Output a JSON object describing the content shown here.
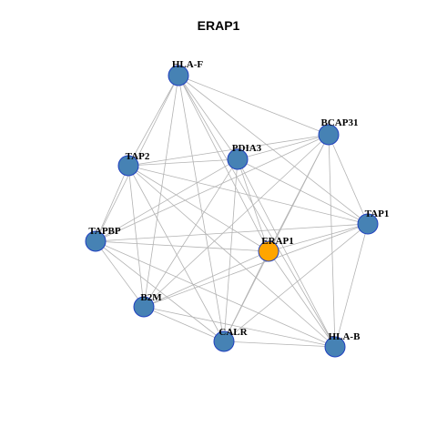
{
  "title": "ERAP1",
  "colors": {
    "node_default": "#4682b4",
    "node_focus": "#ffa500",
    "node_border": "#1f3fbf",
    "edge": "#b3b3b3"
  },
  "nodes": [
    {
      "id": "HLA-F",
      "label": "HLA-F",
      "focus": false
    },
    {
      "id": "BCAP31",
      "label": "BCAP31",
      "focus": false
    },
    {
      "id": "PDIA3",
      "label": "PDIA3",
      "focus": false
    },
    {
      "id": "TAP2",
      "label": "TAP2",
      "focus": false
    },
    {
      "id": "TAP1",
      "label": "TAP1",
      "focus": false
    },
    {
      "id": "TAPBP",
      "label": "TAPBP",
      "focus": false
    },
    {
      "id": "ERAP1",
      "label": "ERAP1",
      "focus": true
    },
    {
      "id": "B2M",
      "label": "B2M",
      "focus": false
    },
    {
      "id": "CALR",
      "label": "CALR",
      "focus": false
    },
    {
      "id": "HLA-B",
      "label": "HLA-B",
      "focus": false
    }
  ],
  "edges": [
    [
      "HLA-F",
      "BCAP31"
    ],
    [
      "HLA-F",
      "TAP1"
    ],
    [
      "HLA-F",
      "TAP2"
    ],
    [
      "HLA-F",
      "TAPBP"
    ],
    [
      "HLA-F",
      "B2M"
    ],
    [
      "HLA-F",
      "CALR"
    ],
    [
      "HLA-F",
      "HLA-B"
    ],
    [
      "HLA-F",
      "ERAP1"
    ],
    [
      "HLA-F",
      "PDIA3"
    ],
    [
      "BCAP31",
      "TAP2"
    ],
    [
      "BCAP31",
      "PDIA3"
    ],
    [
      "BCAP31",
      "TAP1"
    ],
    [
      "BCAP31",
      "TAPBP"
    ],
    [
      "BCAP31",
      "ERAP1"
    ],
    [
      "BCAP31",
      "B2M"
    ],
    [
      "BCAP31",
      "CALR"
    ],
    [
      "BCAP31",
      "HLA-B"
    ],
    [
      "PDIA3",
      "TAP2"
    ],
    [
      "PDIA3",
      "TAP1"
    ],
    [
      "PDIA3",
      "ERAP1"
    ],
    [
      "PDIA3",
      "CALR"
    ],
    [
      "PDIA3",
      "HLA-B"
    ],
    [
      "PDIA3",
      "TAPBP"
    ],
    [
      "PDIA3",
      "B2M"
    ],
    [
      "TAP2",
      "TAP1"
    ],
    [
      "TAP2",
      "ERAP1"
    ],
    [
      "TAP2",
      "TAPBP"
    ],
    [
      "TAP2",
      "B2M"
    ],
    [
      "TAP2",
      "CALR"
    ],
    [
      "TAP2",
      "HLA-B"
    ],
    [
      "TAP1",
      "TAPBP"
    ],
    [
      "TAP1",
      "ERAP1"
    ],
    [
      "TAP1",
      "B2M"
    ],
    [
      "TAP1",
      "CALR"
    ],
    [
      "TAP1",
      "HLA-B"
    ],
    [
      "TAPBP",
      "B2M"
    ],
    [
      "TAPBP",
      "CALR"
    ],
    [
      "TAPBP",
      "HLA-B"
    ],
    [
      "TAPBP",
      "ERAP1"
    ],
    [
      "ERAP1",
      "B2M"
    ],
    [
      "ERAP1",
      "CALR"
    ],
    [
      "ERAP1",
      "HLA-B"
    ],
    [
      "B2M",
      "CALR"
    ],
    [
      "B2M",
      "HLA-B"
    ],
    [
      "CALR",
      "HLA-B"
    ]
  ]
}
